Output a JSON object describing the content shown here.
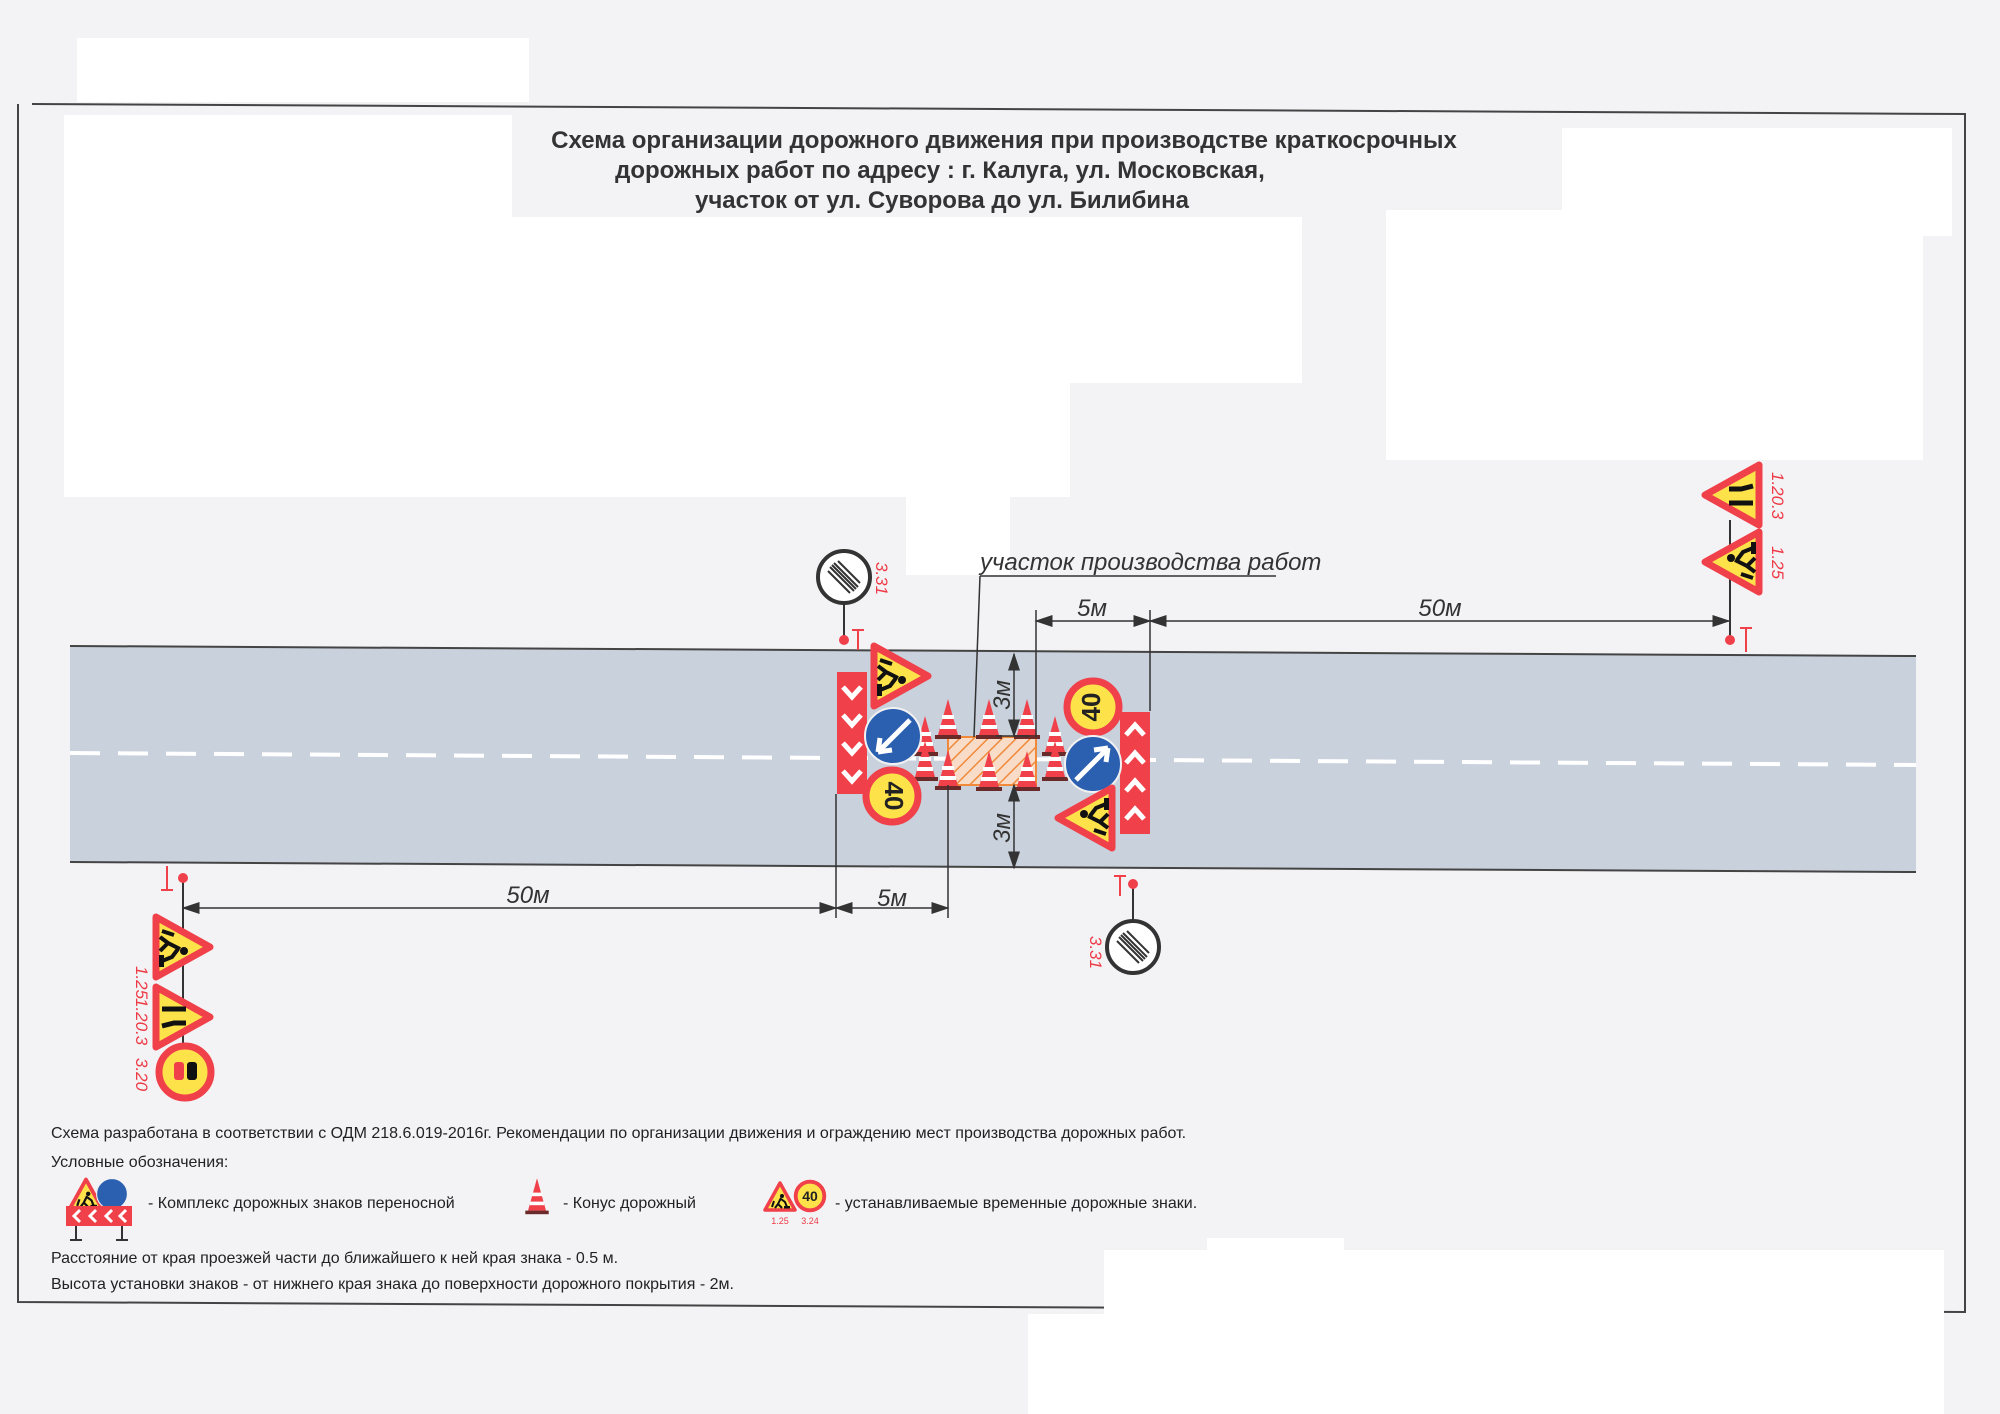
{
  "title": {
    "line1": "Схема организации дорожного движения при производстве краткосрочных",
    "line2": "дорожных работ по адресу : г. Калуга, ул. Московская,",
    "line3": "участок от ул. Суворова до ул. Билибина"
  },
  "work_zone_label": "участок производства работ",
  "dimensions": {
    "top_short": "5м",
    "top_long": "50м",
    "bottom_long": "50м",
    "bottom_short": "5м",
    "lateral_top": "3м",
    "lateral_bottom": "3м"
  },
  "sign_codes": {
    "end_restrictions_left": "3.31",
    "end_restrictions_right": "3.31",
    "far_right_narrowing": "1.20.3",
    "far_right_roadworks": "1.25",
    "far_left_roadworks": "1.25",
    "far_left_narrowing": "1.20.3",
    "far_left_no_overtaking": "3.20"
  },
  "speed_limit": {
    "left": "40",
    "right": "40"
  },
  "notes": {
    "standard": "Схема разработана в соответствии с ОДМ 218.6.019-2016г. Рекомендации по организации движения и ограждению мест производства дорожных работ.",
    "legend_title": "Условные обозначения:",
    "distance": "Расстояние от края проезжей части до ближайшего к ней края знака - 0.5 м.",
    "height": "Высота установки знаков -  от нижнего края знака до поверхности дорожного покрытия - 2м."
  },
  "legend": [
    {
      "icon": "portable-sign-complex-icon",
      "label": "- Комплекс дорожных знаков переносной"
    },
    {
      "icon": "traffic-cone-icon",
      "label": "- Конус дорожный"
    },
    {
      "icon": "temporary-signs-icon",
      "label": "- устанавливаемые временные дорожные знаки.",
      "codes": [
        "1.25",
        "3.24"
      ],
      "speed": "40"
    }
  ],
  "colors": {
    "road": "#c9d1dc",
    "sign_red": "#f0404a",
    "sign_yellow": "#fde24a",
    "sign_blue": "#2b5fb0",
    "hatch": "#f08a3a"
  }
}
